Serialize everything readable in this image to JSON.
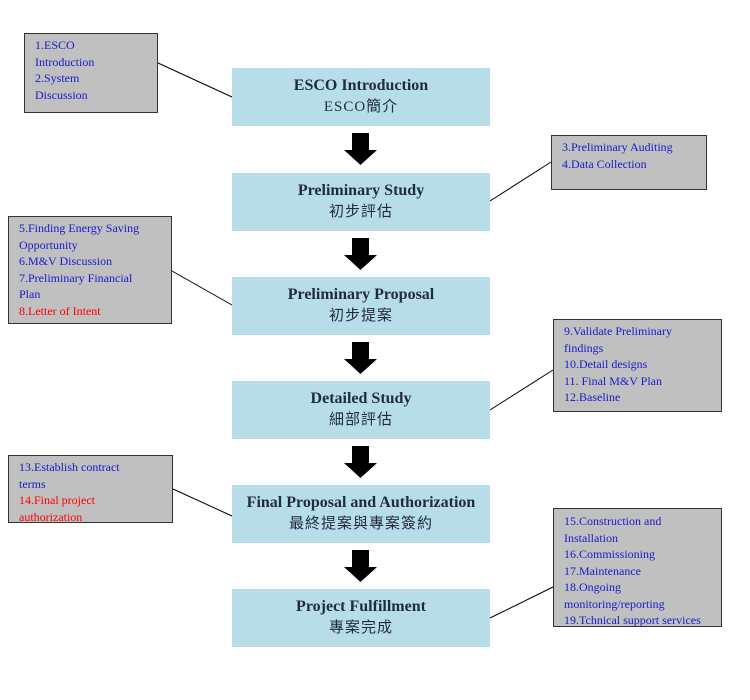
{
  "colors": {
    "stage_fill": "#b7dde8",
    "stage_text": "#1f2a44",
    "note_fill": "#c0c0c0",
    "note_text": "#1a1acc",
    "highlight_text": "#ff0000",
    "arrow": "#000000"
  },
  "stages": [
    {
      "en": "ESCO Introduction",
      "zh": "ESCO簡介"
    },
    {
      "en": "Preliminary Study",
      "zh": "初步評估"
    },
    {
      "en": "Preliminary Proposal",
      "zh": "初步提案"
    },
    {
      "en": "Detailed Study",
      "zh": "細部評估"
    },
    {
      "en": "Final Proposal and Authorization",
      "zh": "最終提案與專案簽約"
    },
    {
      "en": "Project Fulfillment",
      "zh": "專案完成"
    }
  ],
  "notes": [
    {
      "lines": [
        {
          "text": "1.ESCO",
          "highlight": false
        },
        {
          "text": "Introduction",
          "highlight": false
        },
        {
          "text": "2.System",
          "highlight": false
        },
        {
          "text": "Discussion",
          "highlight": false
        }
      ]
    },
    {
      "lines": [
        {
          "text": "3.Preliminary Auditing",
          "highlight": false
        },
        {
          "text": "4.Data Collection",
          "highlight": false
        }
      ]
    },
    {
      "lines": [
        {
          "text": "5.Finding Energy Saving",
          "highlight": false
        },
        {
          "text": "Opportunity",
          "highlight": false
        },
        {
          "text": "6.M&V Discussion",
          "highlight": false
        },
        {
          "text": "7.Preliminary Financial",
          "highlight": false
        },
        {
          "text": "Plan",
          "highlight": false
        },
        {
          "text": "8.Letter of Intent",
          "highlight": true
        }
      ]
    },
    {
      "lines": [
        {
          "text": "9.Validate Preliminary",
          "highlight": false
        },
        {
          "text": "findings",
          "highlight": false
        },
        {
          "text": "10.Detail designs",
          "highlight": false
        },
        {
          "text": "11. Final M&V Plan",
          "highlight": false
        },
        {
          "text": "12.Baseline",
          "highlight": false
        }
      ]
    },
    {
      "lines": [
        {
          "text": "13.Establish contract",
          "highlight": false
        },
        {
          "text": "terms",
          "highlight": false
        },
        {
          "text": "14.Final project",
          "highlight": true
        },
        {
          "text": "authorization",
          "highlight": true
        }
      ]
    },
    {
      "lines": [
        {
          "text": "15.Construction and",
          "highlight": false
        },
        {
          "text": "Installation",
          "highlight": false
        },
        {
          "text": "16.Commissioning",
          "highlight": false
        },
        {
          "text": "17.Maintenance",
          "highlight": false
        },
        {
          "text": "18.Ongoing",
          "highlight": false
        },
        {
          "text": "monitoring/reporting",
          "highlight": false
        },
        {
          "text": "19.Tchnical support services",
          "highlight": false
        }
      ]
    }
  ]
}
